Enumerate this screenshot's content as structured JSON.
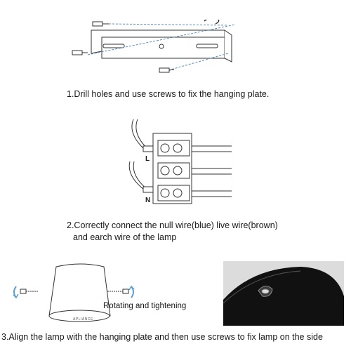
{
  "steps": [
    {
      "caption": "1.Drill holes and use screws to fix the hanging plate."
    },
    {
      "caption_line1": "2.Correctly connect the null wire(blue) live wire(brown)",
      "caption_line2": "and earch wire of the lamp",
      "terminal_labels": {
        "live": "L",
        "neutral": "N"
      }
    },
    {
      "caption": "3.Align the lamp with the hanging plate and then use screws to fix lamp on the side",
      "note": "Rotating and tightening",
      "brand": "APLIANCE"
    }
  ],
  "colors": {
    "line": "#333333",
    "photo_bg": "#dcdcdc",
    "lamp_black": "#111111",
    "arrow_blue": "#5aa0d0"
  }
}
